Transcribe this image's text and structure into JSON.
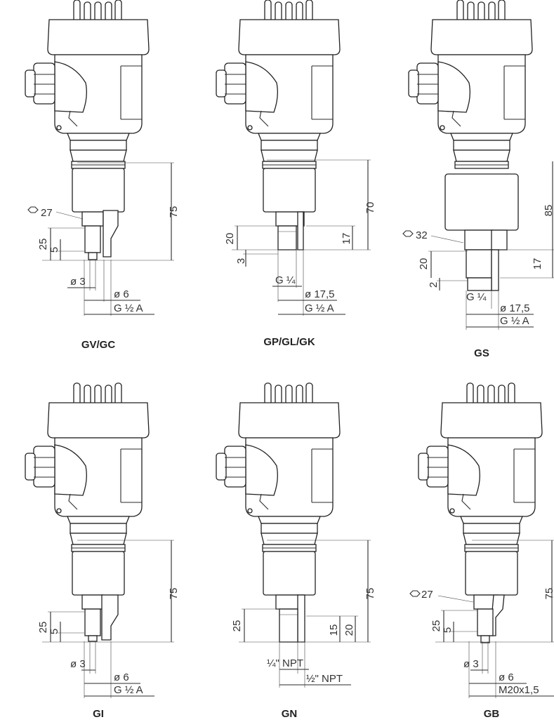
{
  "drawings": [
    {
      "id": "gv",
      "label": "GV/GC",
      "hex": "27",
      "height": "75",
      "d1": "25",
      "d2": "5",
      "dia_small": "ø 3",
      "dia_large": "ø 6",
      "thread": "G ½ A"
    },
    {
      "id": "gp",
      "label": "GP/GL/GK",
      "height": "70",
      "d1": "20",
      "d2": "3",
      "d3": "17",
      "thread_small": "G ¼",
      "dia_large": "ø 17,5",
      "thread": "G ½ A"
    },
    {
      "id": "gs",
      "label": "GS",
      "hex": "32",
      "height": "85",
      "d1": "20",
      "d2": "2",
      "d3": "17",
      "thread_small": "G ¼",
      "dia_large": "ø 17,5",
      "thread": "G ½ A"
    },
    {
      "id": "gi",
      "label": "GI",
      "height": "75",
      "d1": "25",
      "d2": "5",
      "dia_small": "ø 3",
      "dia_large": "ø 6",
      "thread": "G ½ A"
    },
    {
      "id": "gn",
      "label": "GN",
      "height": "75",
      "d1": "25",
      "d2": "15",
      "d3": "20",
      "thread_small": "¼\" NPT",
      "thread": "½\" NPT"
    },
    {
      "id": "gb",
      "label": "GB",
      "hex": "27",
      "height": "75",
      "d1": "25",
      "d2": "5",
      "dia_small": "ø 3",
      "dia_large": "ø 6",
      "thread": "M20x1,5"
    }
  ]
}
